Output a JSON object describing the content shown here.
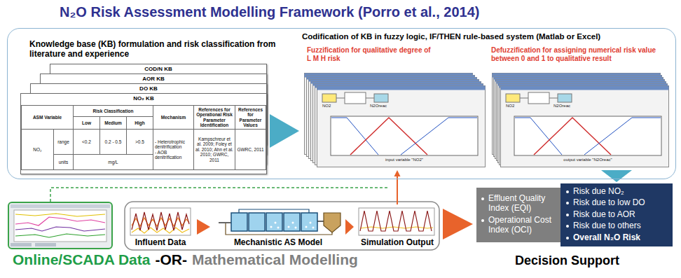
{
  "diagram": {
    "title": "N₂O Risk Assessment Modelling Framework (Porro et al., 2014)",
    "nodes": [
      {
        "text": [
          "Knowledge base (KB) formulation and risk classification from literature and experience",
          "Codification of KB in fuzzy logic, IF/THEN rule-based system (Matlab or Excel)"
        ]
      },
      {
        "text": [
          "COD/N KB"
        ],
        "in": 0
      },
      {
        "text": [
          "AOR KB"
        ],
        "in": 0
      },
      {
        "text": [
          "DO KB"
        ],
        "in": 0
      },
      {
        "text": [
          "NO₂ KB"
        ],
        "in": 0
      },
      {
        "text": [
          "Fuzzification for qualitative degree of L M H risk"
        ],
        "in": 0
      },
      {
        "text": [
          "Defuzzification for assigning numerical risk value between 0 and 1 to qualitative result"
        ],
        "in": 0
      },
      {
        "text": [
          "Influent Data"
        ]
      },
      {
        "text": [
          "Mechanistic AS Model"
        ]
      },
      {
        "text": [
          "Simulation Output"
        ]
      },
      {
        "text": [
          "Effluent Quality Index (EQI)",
          "Operational Cost Index (OCI)"
        ]
      },
      {
        "text": [
          "Risk due NO₂",
          "Risk due to low DO",
          "Risk due to AOR",
          "Risk due to others",
          "Overall N₂O Risk"
        ]
      }
    ],
    "edges": [
      {
        "from": 4,
        "to": 5,
        "arrow": "to"
      },
      {
        "from": 6,
        "to": 11,
        "arrow": "to"
      },
      {
        "from": 7,
        "to": 8,
        "arrow": "to"
      },
      {
        "from": 8,
        "to": 9,
        "arrow": "to"
      },
      {
        "from": 9,
        "to": 5,
        "arrow": "to"
      },
      {
        "from": 9,
        "to": 10,
        "arrow": "to"
      }
    ],
    "labels": [
      "ASM Variable",
      "Risk Classification",
      "Mechanism",
      "References for Operational Risk Parameter Identification",
      "References for Parameter Values",
      "Low",
      "Medium",
      "High",
      "NO₂",
      "range",
      "<0.2",
      "0.2 - 0.5",
      ">0.5",
      "- Heterotrophic denitrification",
      "- AOB denitrification",
      "Kampschreur et al. 2009; Foley et al. 2010; Ahn et al. 2010; GWRC, 2011",
      "GWRC, 2011",
      "units",
      "mg/L",
      "NO2",
      "N2Oreac",
      "input variable \"NO2\"",
      "NO2",
      "N2Oreac",
      "output variable \"N2Oreac\"",
      "Online/SCADA Data",
      "-OR-",
      "Mathematical Modelling",
      "Decision Support"
    ]
  }
}
